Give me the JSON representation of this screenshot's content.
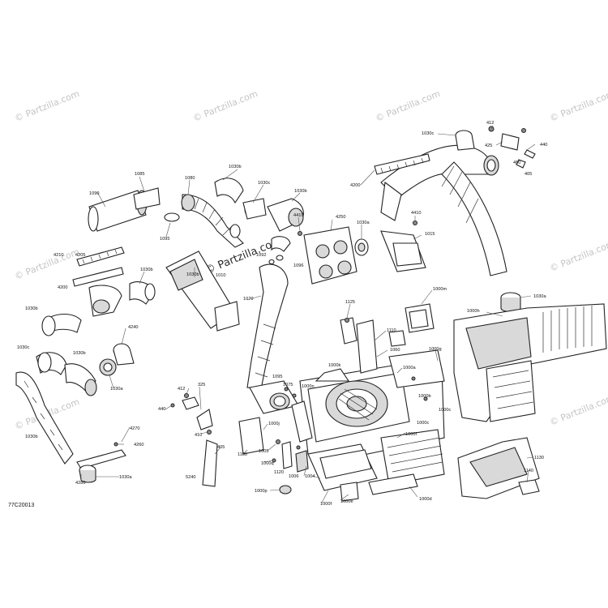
{
  "watermark": "© Partzilla.com",
  "diagram_code": "77C20013",
  "labels": {
    "p1030c_top": "1030c",
    "p412_r": "412",
    "p425_r": "425",
    "p440_r": "440",
    "p410_r": "410",
    "p405_r": "405",
    "p1030b_top": "1030b",
    "p1085": "1085",
    "p1080": "1080",
    "p1090": "1090",
    "p1095_top": "1095",
    "p1030c_mid": "1030c",
    "p1030b_mid": "1030b",
    "p4410_a": "4410",
    "p4250": "4250",
    "p1030a_mid": "1030a",
    "p4200_r": "4200",
    "p4410_b": "4410",
    "p1015": "1015",
    "p4210": "4210",
    "p4205": "4205",
    "p4200_l": "4200",
    "p1030b_l1": "1030b",
    "p1030b_l2": "1030b",
    "p1010": "1010",
    "p1092": "1092",
    "p1096": "1096",
    "p1030b_left": "1030b",
    "p4240": "4240",
    "p1030c_left": "1030c",
    "p1030b_left2": "1030b",
    "p1030a_left": "1030a",
    "p1070": "1070",
    "p1125": "1125",
    "p1000m": "1000m",
    "p1030a_r": "1030a",
    "p1000h": "1000h",
    "p1110": "1110",
    "p1060": "1060",
    "p1000k": "1000k",
    "p1000a": "1000a",
    "p1000g": "1000g",
    "p1000n": "1000n",
    "p1095_mid": "1095",
    "p1075": "1075",
    "p1000b": "1000b",
    "p1000c": "1000c",
    "p1000c2": "1000c",
    "p412_l": "412",
    "p325": "325",
    "p440_l": "440",
    "p410_l": "410",
    "p405_l": "405",
    "p1100": "1100",
    "p1000j": "1000j",
    "p1005": "1005",
    "p1000q": "1000q",
    "p1000f_mid": "1000f",
    "p1120": "1120",
    "p1130": "1130",
    "p4270": "4270",
    "p4260": "4260",
    "p4280": "4280",
    "p1030a_bl": "1030a",
    "p1030b_bl": "1030b",
    "p5240": "5240",
    "p1006": "1006",
    "p1004": "1004",
    "p1140": "1140",
    "p1000p": "1000p",
    "p1000e": "1000e",
    "p1000d": "1000d",
    "p1000f_bot": "1000f"
  }
}
